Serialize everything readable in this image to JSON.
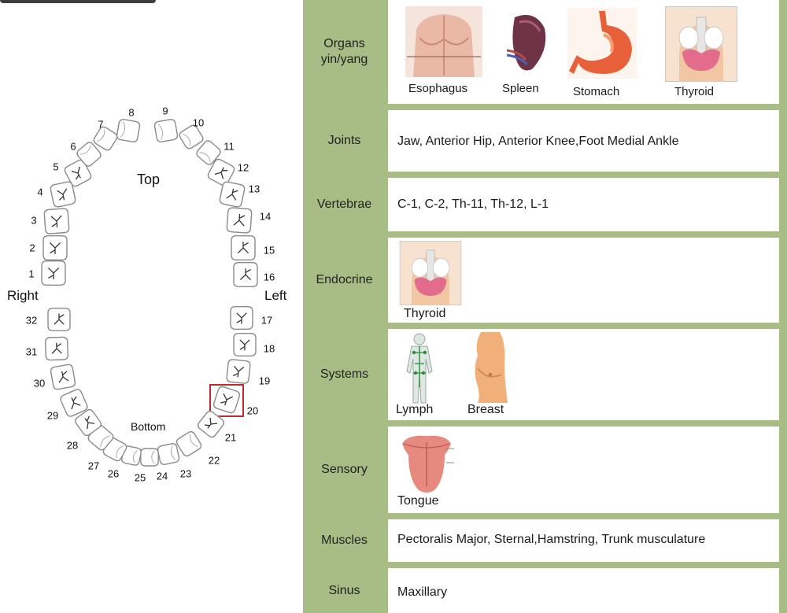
{
  "tooth_chart": {
    "top_label": "Top",
    "bottom_label": "Bottom",
    "right_label": "Right",
    "left_label": "Left",
    "highlighted_tooth": "20",
    "teeth": [
      "1",
      "2",
      "3",
      "4",
      "5",
      "6",
      "7",
      "8",
      "9",
      "10",
      "11",
      "12",
      "13",
      "14",
      "15",
      "16",
      "17",
      "18",
      "19",
      "20",
      "21",
      "22",
      "23",
      "24",
      "25",
      "26",
      "27",
      "28",
      "29",
      "30",
      "31",
      "32"
    ]
  },
  "rows": {
    "organs": {
      "label": "Organs\nyin/yang",
      "items": [
        {
          "caption": "Esophagus",
          "icon": "torso-icon"
        },
        {
          "caption": "Spleen",
          "icon": "spleen-icon"
        },
        {
          "caption": "Stomach",
          "icon": "stomach-icon"
        },
        {
          "caption": "Thyroid",
          "icon": "thyroid-icon"
        }
      ]
    },
    "joints": {
      "label": "Joints",
      "text": "Jaw, Anterior Hip, Anterior Knee,Foot Medial Ankle"
    },
    "vertebrae": {
      "label": "Vertebrae",
      "text": "C-1, C-2, Th-11, Th-12, L-1"
    },
    "endocrine": {
      "label": "Endocrine",
      "items": [
        {
          "caption": "Thyroid",
          "icon": "thyroid-icon"
        }
      ]
    },
    "systems": {
      "label": "Systems",
      "items": [
        {
          "caption": "Lymph",
          "icon": "lymph-body-icon"
        },
        {
          "caption": "Breast",
          "icon": "breast-icon"
        }
      ]
    },
    "sensory": {
      "label": "Sensory",
      "items": [
        {
          "caption": "Tongue",
          "icon": "tongue-icon"
        }
      ]
    },
    "muscles": {
      "label": "Muscles",
      "text": "Pectoralis Major, Sternal,Hamstring, Trunk musculature"
    },
    "sinus": {
      "label": "Sinus",
      "text": "Maxillary"
    }
  },
  "colors": {
    "panel_green": "#a8bd85",
    "highlight_red": "#c0282b",
    "tooth_fill": "#ffffff",
    "tooth_stroke": "#8a8a8a"
  }
}
